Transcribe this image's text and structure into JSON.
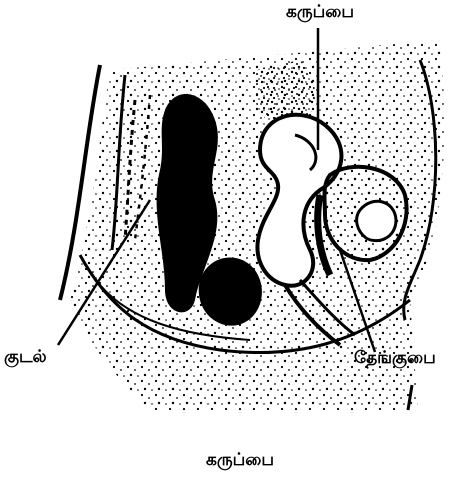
{
  "labels": {
    "uterus_top": "கருப்பை",
    "intestine": "குடல்",
    "bladder": "தேங்குபை",
    "caption": "கருப்பை"
  },
  "colors": {
    "ink": "#000000",
    "paper": "#ffffff"
  }
}
